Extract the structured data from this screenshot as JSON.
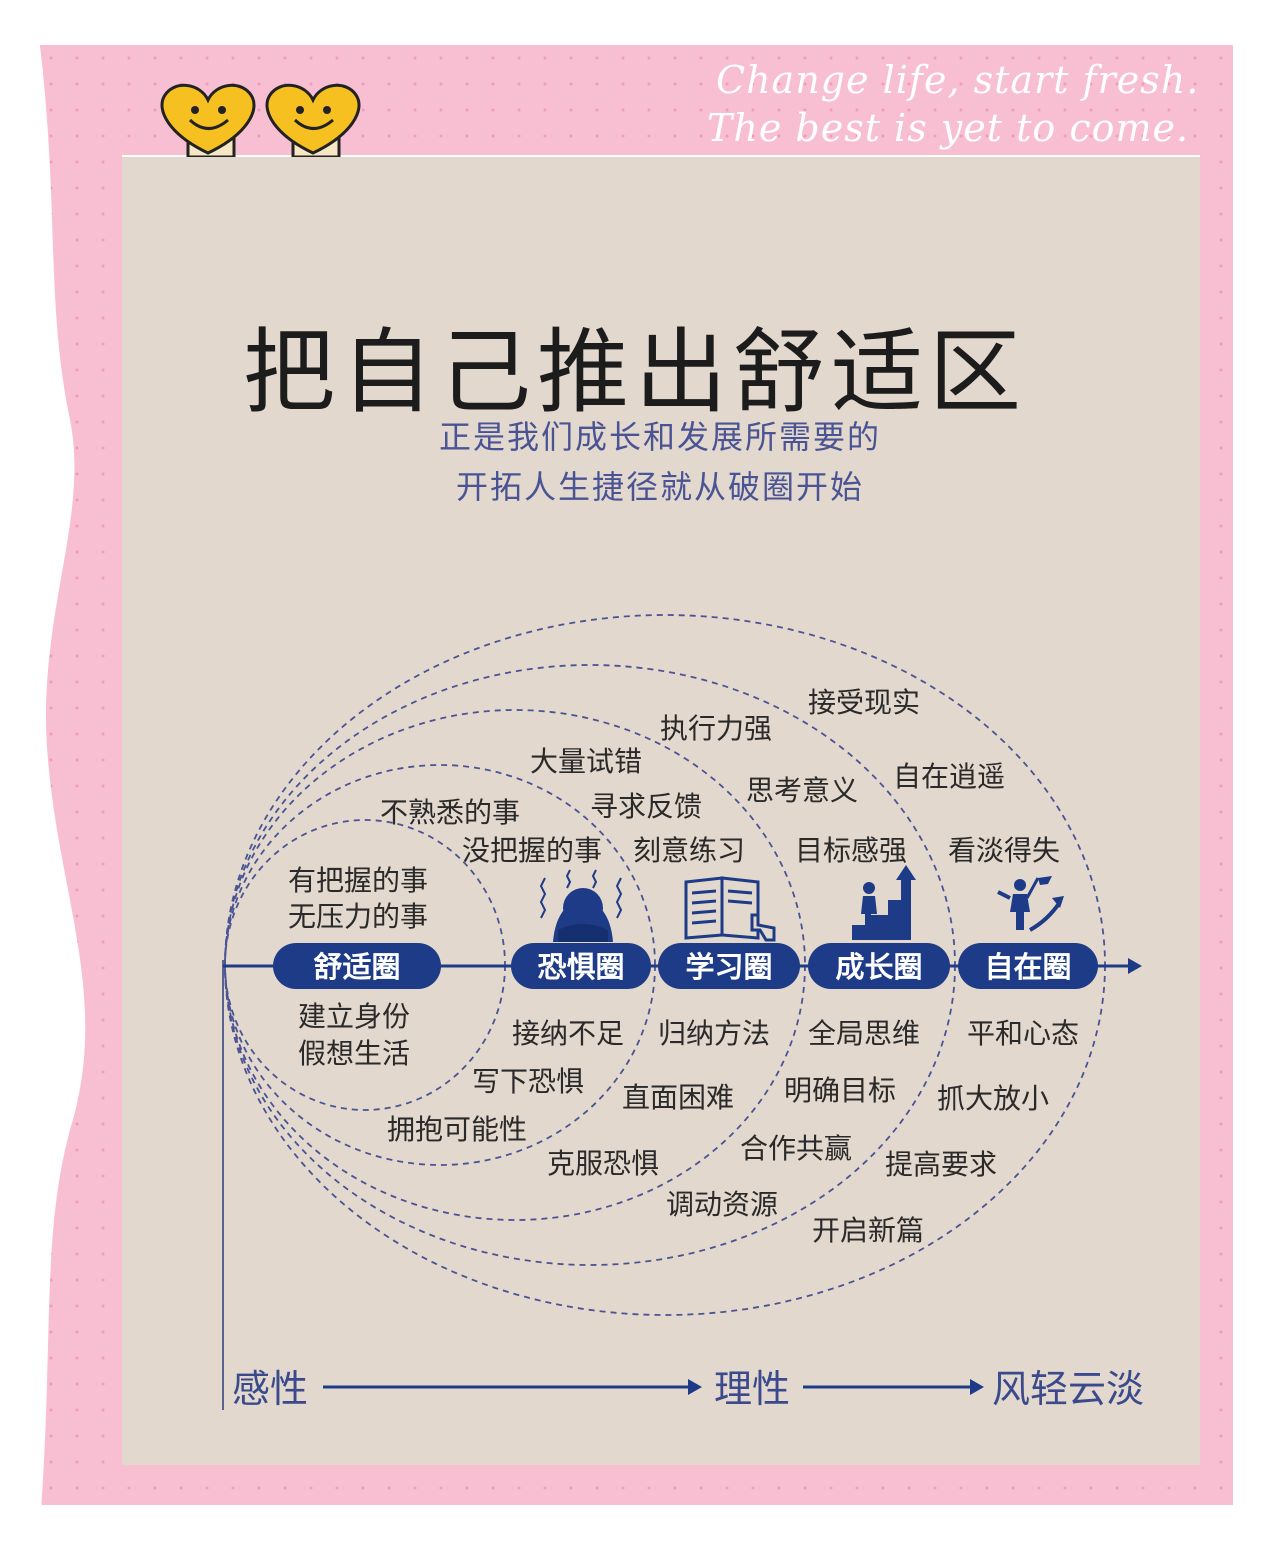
{
  "banner": {
    "line1": "Change life, start fresh.",
    "line2": "The best is yet to come."
  },
  "title": "把自己推出舒适区",
  "subtitle": {
    "line1": "正是我们成长和发展所需要的",
    "line2": "开拓人生捷径就从破圈开始"
  },
  "circles": {
    "comfort": "舒适圈",
    "fear": "恐惧圈",
    "learning": "学习圈",
    "growth": "成长圈",
    "freedom": "自在圈"
  },
  "labels": {
    "comfort_top": [
      "有把握的事",
      "无压力的事"
    ],
    "comfort_bottom": [
      "建立身份",
      "假想生活"
    ],
    "fear_top": [
      "不熟悉的事",
      "没把握的事"
    ],
    "fear_bottom": [
      "接纳不足",
      "写下恐惧",
      "拥抱可能性"
    ],
    "learning_top": [
      "大量试错",
      "寻求反馈",
      "刻意练习"
    ],
    "learning_bottom": [
      "归纳方法",
      "直面困难",
      "克服恐惧"
    ],
    "growth_top": [
      "执行力强",
      "思考意义",
      "目标感强"
    ],
    "growth_bottom": [
      "全局思维",
      "明确目标",
      "合作共赢",
      "调动资源"
    ],
    "freedom_top": [
      "接受现实",
      "自在逍遥",
      "看淡得失"
    ],
    "freedom_bottom": [
      "平和心态",
      "抓大放小",
      "提高要求",
      "开启新篇"
    ]
  },
  "axis": {
    "start": "感性",
    "middle": "理性",
    "end": "风轻云淡"
  },
  "icons": [
    "smiley-heart-icon",
    "stressed-person-icon",
    "book-pointer-icon",
    "stairs-arrow-icon",
    "flag-person-icon"
  ],
  "colors": {
    "navy": "#1d3b86",
    "panel": "#e2d8cd",
    "pink": "#f8bfd2"
  }
}
